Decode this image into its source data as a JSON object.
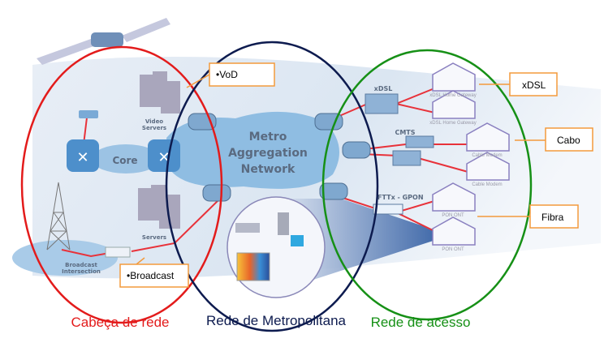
{
  "colors": {
    "head_end": "#e31b1b",
    "metro": "#0d1b4f",
    "access": "#169016",
    "callout_border": "#f39a3c",
    "link": "#e8323a"
  },
  "diagram": {
    "core_label": "Core",
    "video_servers_label": [
      "Video",
      "Servers"
    ],
    "servers_label": "Servers",
    "metro_label": [
      "Metro",
      "Aggregation",
      "Network"
    ],
    "broadcast_label": [
      "Broadcast",
      "Intersection"
    ],
    "xdsl_label": "xDSL",
    "cmts_label": "CMTS",
    "ftth_label": "FTTx - GPON",
    "home_labels": [
      "xDSL Home Gateway",
      "xDSL Home Gateway",
      "Cable Modem",
      "Cable Modem",
      "PON ONT",
      "PON ONT"
    ]
  },
  "callouts": {
    "vod": "•VoD",
    "broadcast": "•Broadcast",
    "xdsl": "xDSL",
    "cabo": "Cabo",
    "fibra": "Fibra"
  },
  "regions": {
    "head_end": "Cabeça de rede",
    "metro": "Rede de Metropolitana",
    "access": "Rede de acesso"
  }
}
